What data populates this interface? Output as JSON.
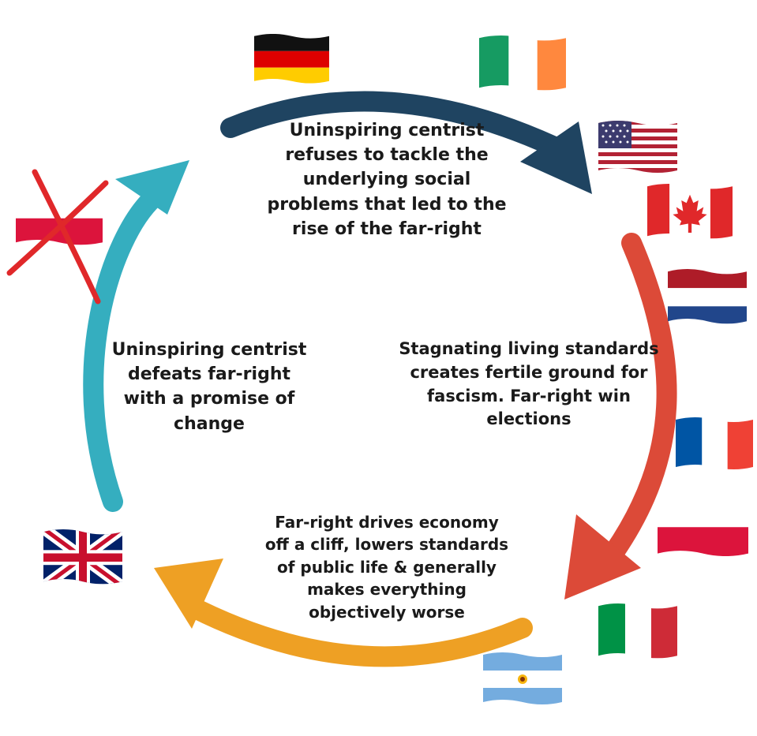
{
  "stages": {
    "top": [
      "Uninspiring centrist",
      "refuses to tackle the",
      "underlying social",
      "problems that led to the",
      "rise of the far-right"
    ],
    "right": [
      "Stagnating living standards",
      "creates fertile ground for",
      "fascism. Far-right win",
      "elections"
    ],
    "bottom": [
      "Far-right drives economy",
      "off a cliff, lowers standards",
      "of public life & generally",
      "makes everything",
      "objectively worse"
    ],
    "left": [
      "Uninspiring centrist",
      "defeats far-right",
      "with a promise of",
      "change"
    ]
  },
  "arrows": {
    "top": "#1f4461",
    "right": "#dc4a38",
    "bottom": "#eea024",
    "left": "#35aebf"
  },
  "flags": [
    {
      "country": "germany",
      "icon": "germany-flag-icon"
    },
    {
      "country": "ireland",
      "icon": "ireland-flag-icon"
    },
    {
      "country": "united-states",
      "icon": "usa-flag-icon"
    },
    {
      "country": "canada",
      "icon": "canada-flag-icon"
    },
    {
      "country": "netherlands",
      "icon": "netherlands-flag-icon"
    },
    {
      "country": "france",
      "icon": "france-flag-icon"
    },
    {
      "country": "poland",
      "icon": "poland-flag-icon"
    },
    {
      "country": "italy",
      "icon": "italy-flag-icon"
    },
    {
      "country": "argentina",
      "icon": "argentina-flag-icon"
    },
    {
      "country": "united-kingdom",
      "icon": "uk-flag-icon"
    },
    {
      "country": "poland",
      "icon": "poland-flag-crossed-icon",
      "crossed_out": true,
      "cross_color": "#e0282a"
    }
  ]
}
